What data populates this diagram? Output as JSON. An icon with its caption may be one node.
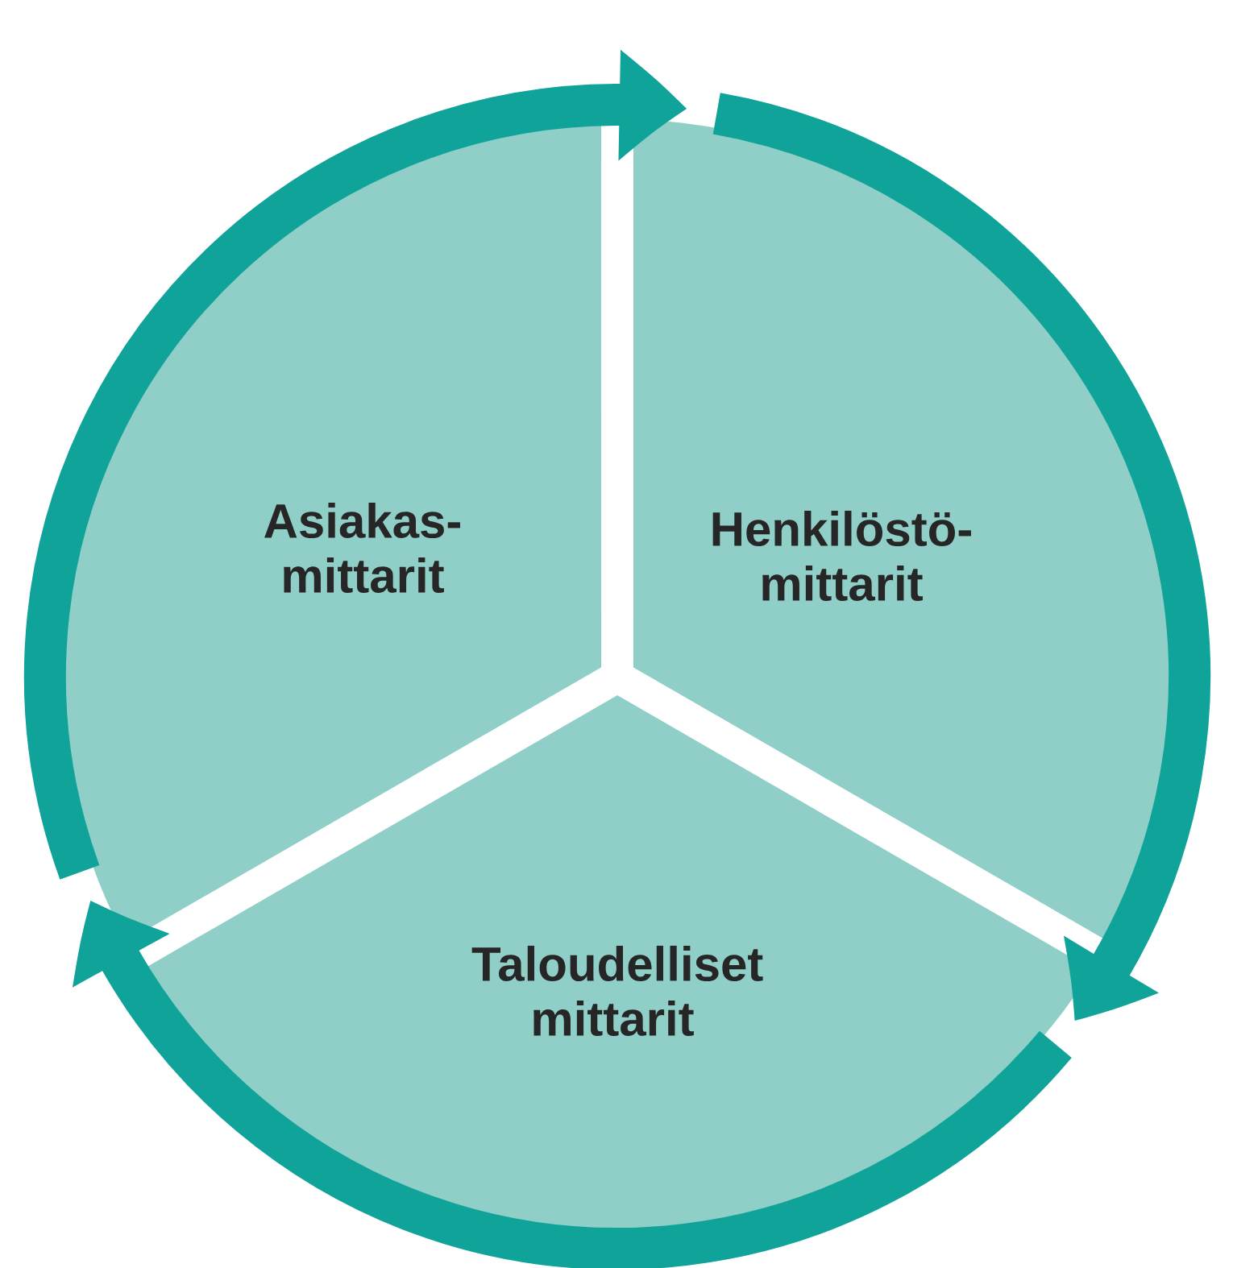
{
  "diagram": {
    "nodes": [
      {
        "text": [
          "Asiakas- mittarit"
        ]
      },
      {
        "text": [
          "Henkilöstö- mittarit"
        ]
      },
      {
        "text": [
          "Taloudelliset mittarit"
        ]
      }
    ],
    "edges": [
      {
        "from": 0,
        "to": 1,
        "arrow": "to"
      },
      {
        "from": 1,
        "to": 2,
        "arrow": "to"
      },
      {
        "from": 2,
        "to": 0,
        "arrow": "to"
      }
    ]
  }
}
